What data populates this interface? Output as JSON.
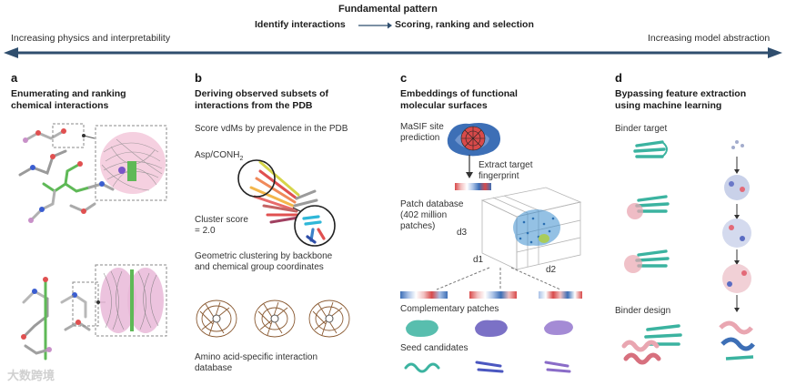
{
  "header": {
    "title": "Fundamental pattern",
    "step_left": "Identify interactions",
    "step_right": "Scoring, ranking and selection",
    "left_axis": "Increasing physics and interpretability",
    "right_axis": "Increasing model abstraction"
  },
  "panels": [
    {
      "letter": "a",
      "title_line1": "Enumerating and ranking",
      "title_line2": "chemical interactions"
    },
    {
      "letter": "b",
      "title_line1": "Deriving observed subsets of",
      "title_line2": "interactions from the PDB",
      "caption_score": "Score vdMs by prevalence in the PDB",
      "label_asp": "Asp/CONH",
      "label_asp_sub": "2",
      "cluster_score_line1": "Cluster score",
      "cluster_score_line2": "= 2.0",
      "geom_line1": "Geometric clustering by backbone",
      "geom_line2": "and chemical group coordinates",
      "db_line1": "Amino acid-specific interaction",
      "db_line2": "database"
    },
    {
      "letter": "c",
      "title_line1": "Embeddings of functional",
      "title_line2": "molecular surfaces",
      "masif_line1": "MaSIF site",
      "masif_line2": "prediction",
      "extract_line1": "Extract target",
      "extract_line2": "fingerprint",
      "patch_line1": "Patch database",
      "patch_line2": "(402 million",
      "patch_line3": "patches)",
      "d1": "d1",
      "d2": "d2",
      "d3": "d3",
      "complementary": "Complementary patches",
      "seed": "Seed candidates"
    },
    {
      "letter": "d",
      "title_line1": "Bypassing feature extraction",
      "title_line2": "using machine learning",
      "binder_target": "Binder target",
      "binder_design": "Binder design"
    }
  ],
  "watermark": "大数跨境",
  "colors": {
    "teal": "#3bb3a0",
    "pink": "#e9a6b1",
    "arrow": "#2f4e6e",
    "blue_patch": "#3d6fb6",
    "red_patch": "#d84a4a",
    "purple": "#7b6cc4"
  }
}
